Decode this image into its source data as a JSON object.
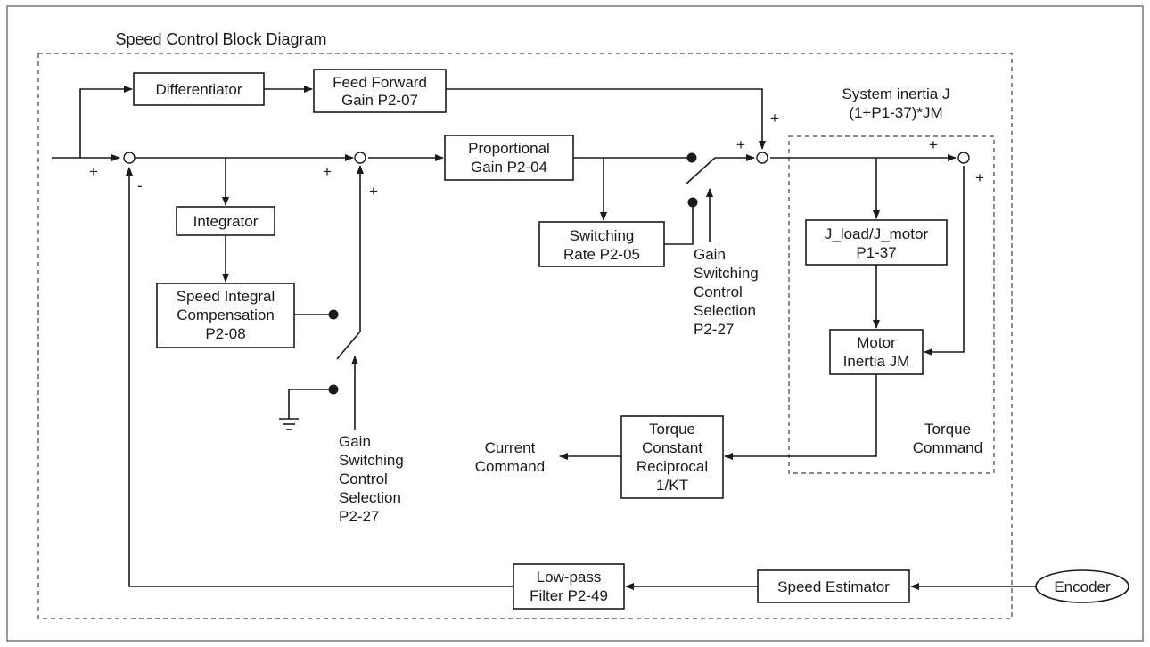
{
  "title": "Speed Control Block Diagram",
  "blocks": {
    "differentiator": [
      "Differentiator"
    ],
    "feed_forward": [
      "Feed Forward",
      "Gain P2-07"
    ],
    "proportional": [
      "Proportional",
      "Gain P2-04"
    ],
    "integrator": [
      "Integrator"
    ],
    "speed_integral": [
      "Speed Integral",
      "Compensation",
      "P2-08"
    ],
    "switching_rate": [
      "Switching",
      "Rate P2-05"
    ],
    "j_ratio": [
      "J_load/J_motor",
      "P1-37"
    ],
    "motor_inertia": [
      "Motor",
      "Inertia JM"
    ],
    "torque_constant": [
      "Torque",
      "Constant",
      "Reciprocal",
      "1/KT"
    ],
    "low_pass": [
      "Low-pass",
      "Filter P2-49"
    ],
    "speed_estimator": [
      "Speed Estimator"
    ],
    "encoder": [
      "Encoder"
    ]
  },
  "labels": {
    "system_inertia": [
      "System inertia J",
      "(1+P1-37)*JM"
    ],
    "torque_command": [
      "Torque",
      "Command"
    ],
    "current_command": [
      "Current",
      "Command"
    ],
    "gain_switch_right": [
      "Gain",
      "Switching",
      "Control",
      "Selection",
      "P2-27"
    ],
    "gain_switch_left": [
      "Gain",
      "Switching",
      "Control",
      "Selection",
      "P2-27"
    ]
  },
  "signs": {
    "plus": "+",
    "minus": "-"
  }
}
